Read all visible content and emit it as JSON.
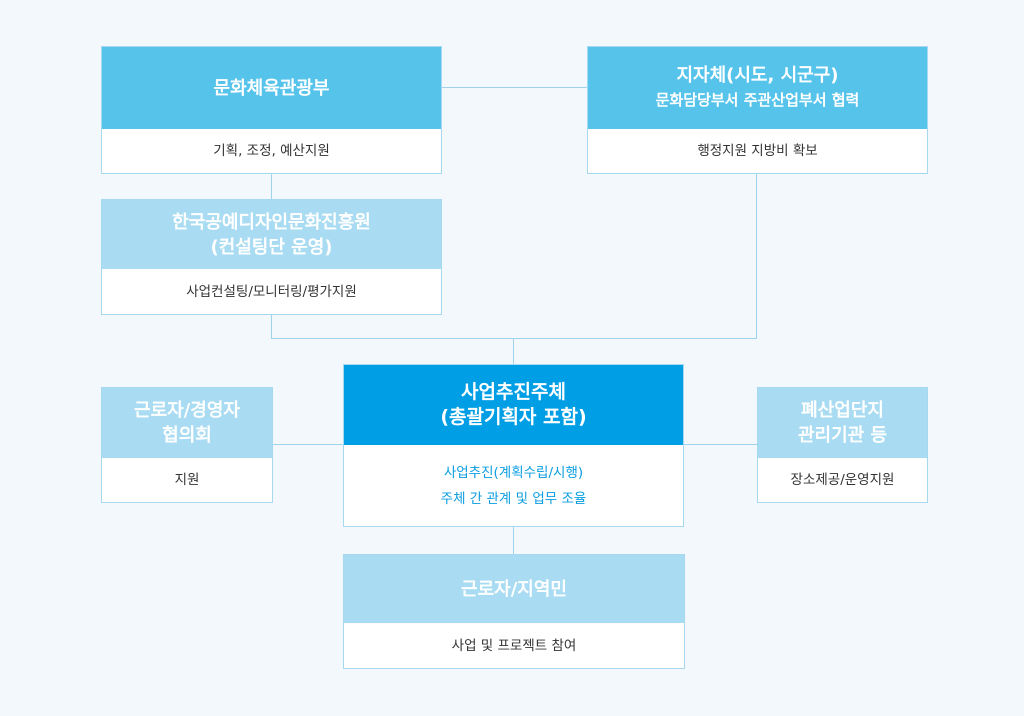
{
  "colors": {
    "dark": "#56c3eb",
    "light": "#a9dcf2",
    "main": "#009ee5",
    "bg": "#f2f8fc"
  },
  "boxes": {
    "ministry": {
      "title": [
        "문화체육관광부"
      ],
      "body": [
        "기획, 조정, 예산지원"
      ]
    },
    "local_gov": {
      "title": [
        "지자체(시도, 시군구)",
        "문화담당부서 주관산업부서 협력"
      ],
      "body": [
        "행정지원 지방비 확보"
      ]
    },
    "kcdf": {
      "title": [
        "한국공예디자인문화진흥원",
        "(컨설팅단 운영)"
      ],
      "body": [
        "사업컨설팅/모니터링/평가지원"
      ]
    },
    "main": {
      "title": [
        "사업추진주체",
        "(총괄기획자 포함)"
      ],
      "body": [
        "사업추진(계획수립/시행)",
        "주체 간 관계 및 업무 조율"
      ]
    },
    "council": {
      "title": [
        "근로자/경영자",
        "협의회"
      ],
      "body": [
        "지원"
      ]
    },
    "industrial": {
      "title": [
        "폐산업단지",
        "관리기관 등"
      ],
      "body": [
        "장소제공/운영지원"
      ]
    },
    "residents": {
      "title": [
        "근로자/지역민"
      ],
      "body": [
        "사업 및 프로젝트 참여"
      ]
    }
  }
}
